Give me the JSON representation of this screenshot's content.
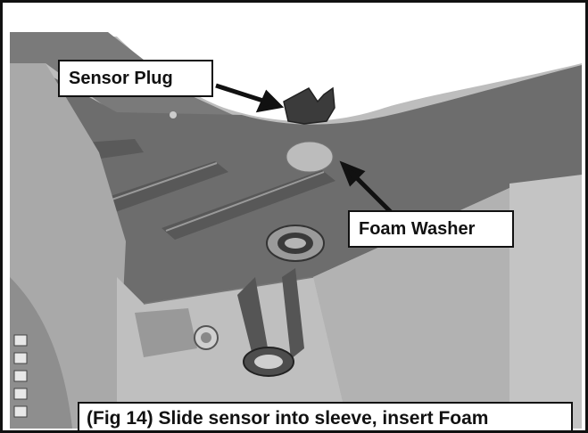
{
  "callouts": {
    "sensor_plug": "Sensor Plug",
    "foam_washer": "Foam Washer"
  },
  "caption": "(Fig 14) Slide sensor into sleeve, insert Foam",
  "colors": {
    "border": "#111111",
    "deck_dark": "#6b6b6b",
    "deck_mid": "#8c8c8c",
    "deck_light": "#c9c9c9"
  }
}
